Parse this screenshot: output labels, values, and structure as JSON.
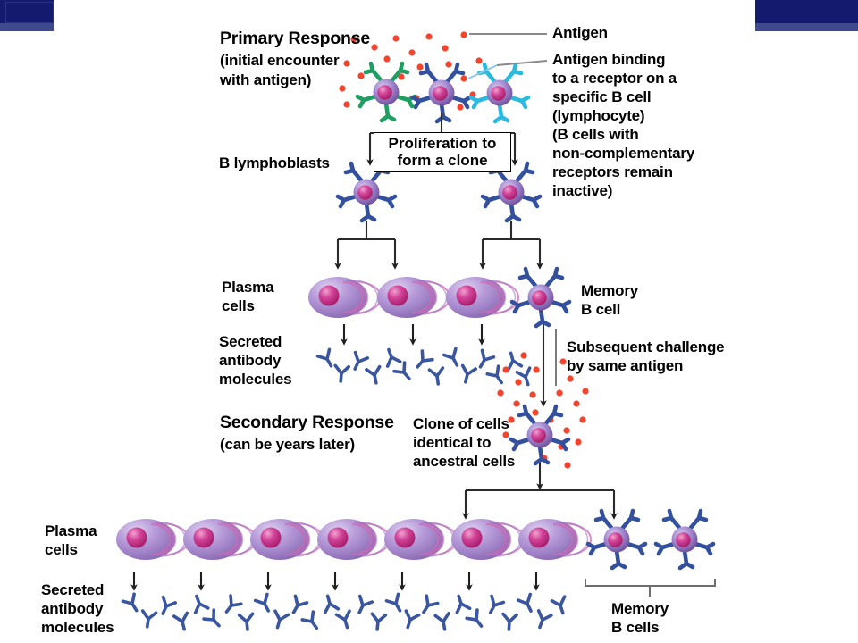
{
  "title_block": {
    "primary_heading": "Primary Response",
    "primary_sub_line1": "(initial encounter",
    "primary_sub_line2": "with antigen)"
  },
  "annotations": {
    "antigen": "Antigen",
    "antigen_binding": "Antigen binding to a receptor on a specific B cell (lymphocyte) (B cells with non-complementary receptors remain inactive)",
    "antigen_binding_lines": [
      "Antigen binding",
      "to a receptor on a",
      "specific B cell",
      "(lymphocyte)",
      "(B cells with",
      "non-complementary",
      "receptors remain",
      "inactive)"
    ]
  },
  "proliferation_box": {
    "line1": "Proliferation to",
    "line2": "form a clone"
  },
  "labels": {
    "b_lymphoblasts": "B lymphoblasts",
    "plasma_cells_line1": "Plasma",
    "plasma_cells_line2": "cells",
    "secreted_line1": "Secreted",
    "secreted_line2": "antibody",
    "secreted_line3": "molecules",
    "memory_b_cell_line1": "Memory",
    "memory_b_cell_line2": "B cell",
    "subsequent_line1": "Subsequent challenge",
    "subsequent_line2": "by same antigen",
    "clone_line1": "Clone of cells",
    "clone_line2": "identical to",
    "clone_line3": "ancestral cells",
    "memory_b_cells_line1": "Memory",
    "memory_b_cells_line2": "B cells"
  },
  "secondary_block": {
    "heading": "Secondary Response",
    "sub": "(can be years later)"
  },
  "colors": {
    "antigen_dot": "#f4442e",
    "cell_body_light": "#c6b4e0",
    "cell_body": "#9b7cc8",
    "cell_body_dark": "#6e4f9e",
    "nucleus": "#c52c84",
    "nucleus_light": "#e86bb0",
    "receptor_blue": "#32509e",
    "receptor_green": "#1f9e62",
    "receptor_cyan": "#2bb9dd",
    "antibody_blue": "#3a56a0",
    "banner_dark": "#141b6e",
    "banner_light": "#3f4a8c",
    "leader_gray": "#8a8a8a",
    "arrow_black": "#1f1f1f"
  },
  "diagram": {
    "type": "biology-flow-diagram",
    "topic": "Primary and secondary humoral (B cell) immune response",
    "top_cells": [
      {
        "receptor_color_name": "green",
        "matched": false
      },
      {
        "receptor_color_name": "blue",
        "matched": true
      },
      {
        "receptor_color_name": "cyan",
        "matched": false
      }
    ],
    "b_lymphoblast_count": 2,
    "primary_plasma_cell_count": 3,
    "primary_memory_b_cell_count": 1,
    "secondary_plasma_cell_count": 7,
    "secondary_memory_b_cell_count": 2
  }
}
